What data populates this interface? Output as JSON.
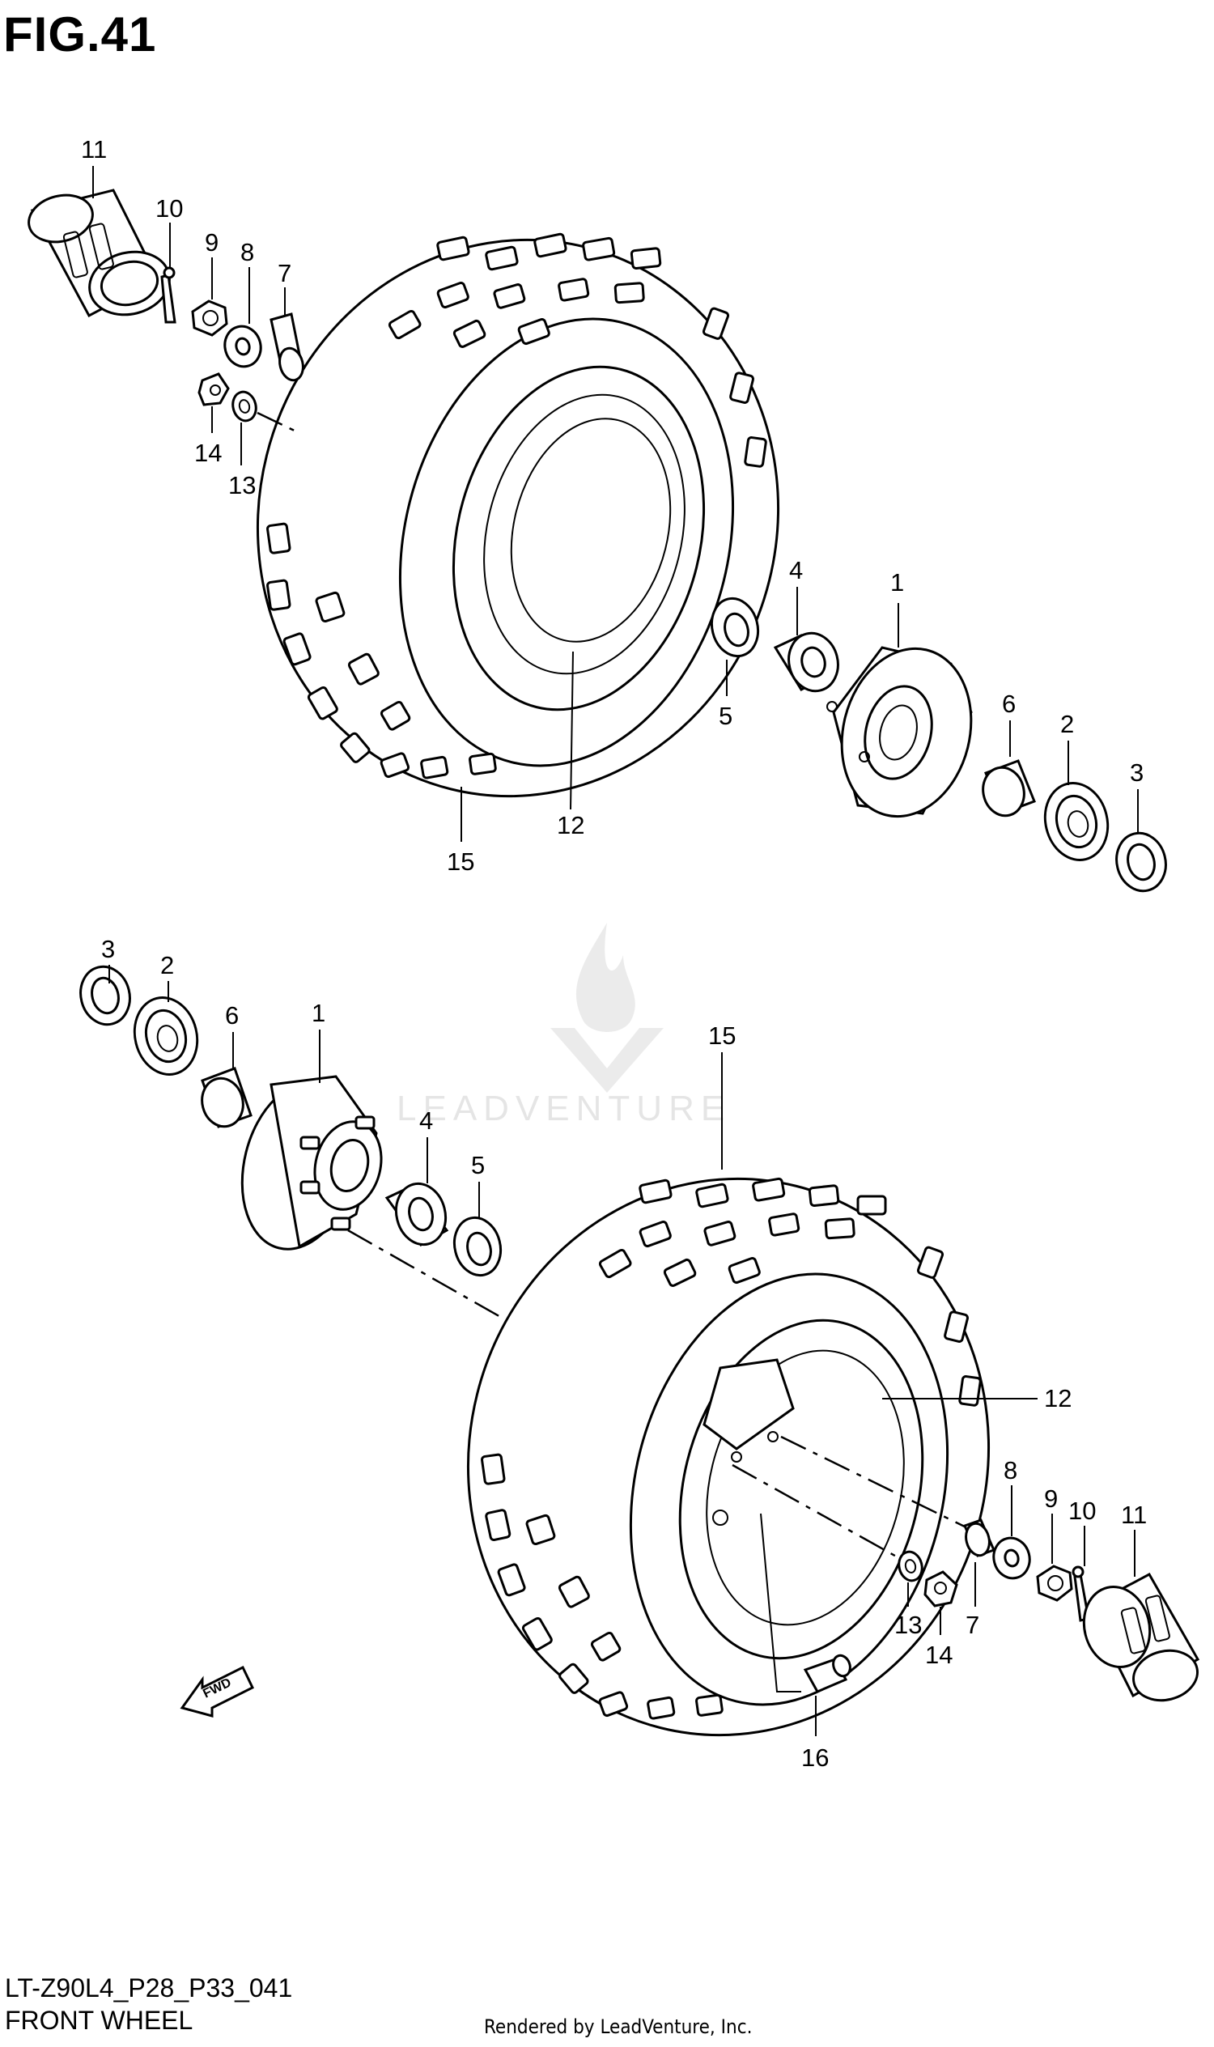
{
  "figure": {
    "title": "FIG.41",
    "name": "FRONT WHEEL",
    "code": "LT-Z90L4_P28_P33_041"
  },
  "footer": {
    "rendered_by": "Rendered by LeadVenture, Inc."
  },
  "watermark": {
    "text": "LEADVENTURE"
  },
  "callouts_upper": {
    "c11": "11",
    "c10": "10",
    "c9": "9",
    "c8": "8",
    "c7": "7",
    "c14": "14",
    "c13": "13",
    "c4": "4",
    "c1": "1",
    "c5": "5",
    "c6": "6",
    "c2": "2",
    "c3": "3",
    "c12": "12",
    "c15": "15"
  },
  "callouts_lower": {
    "c3": "3",
    "c2": "2",
    "c6": "6",
    "c1": "1",
    "c4": "4",
    "c5": "5",
    "c15": "15",
    "c12": "12",
    "c8": "8",
    "c9": "9",
    "c10": "10",
    "c11": "11",
    "c13": "13",
    "c7": "7",
    "c14": "14",
    "c16": "16"
  },
  "fwd_arrow": {
    "label": "FWD"
  },
  "icons": [
    "fwd-arrow-icon",
    "leadventure-flame-logo"
  ]
}
